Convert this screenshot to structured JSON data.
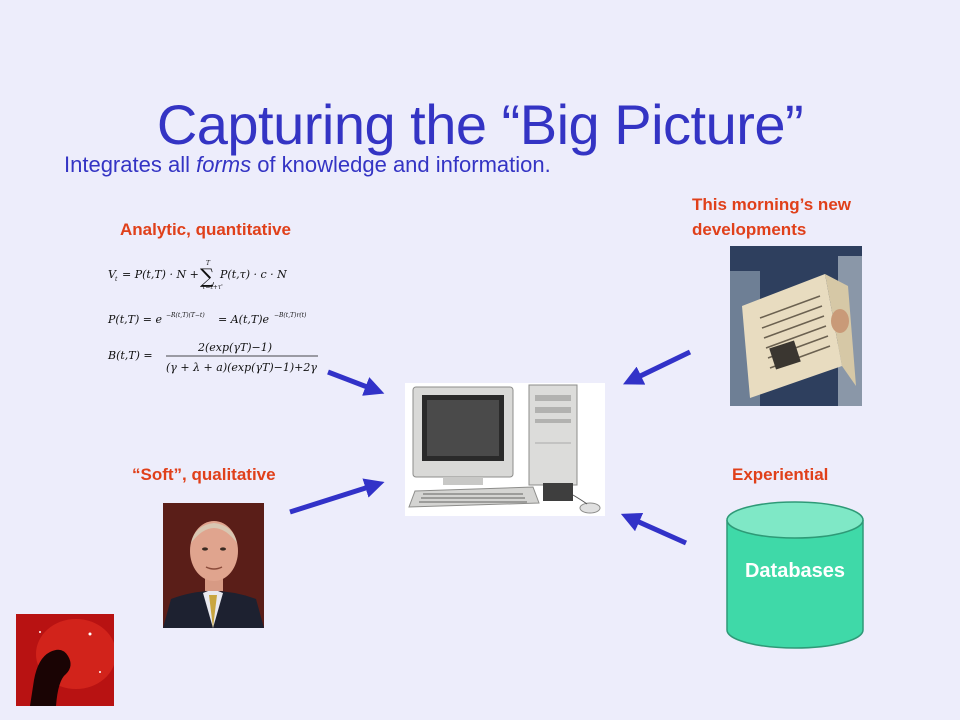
{
  "slide": {
    "title": "Capturing the “Big Picture”",
    "subtitle_pre": "Integrates all ",
    "subtitle_em": "forms",
    "subtitle_post": " of knowledge and information."
  },
  "labels": {
    "analytic": "Analytic, quantitative",
    "news_line1": "This morning’s new",
    "news_line2": "developments",
    "soft": "“Soft”, qualitative",
    "experiential": "Experiential"
  },
  "database": {
    "label": "Databases"
  },
  "colors": {
    "title": "#3434c4",
    "label": "#e0401a",
    "arrow": "#3232c8",
    "database": "#3fd9a8",
    "background": "#ededfb"
  },
  "icons": [
    "newspaper-photo",
    "portrait-photo",
    "desktop-computer",
    "database-cylinder",
    "nebula-logo"
  ]
}
